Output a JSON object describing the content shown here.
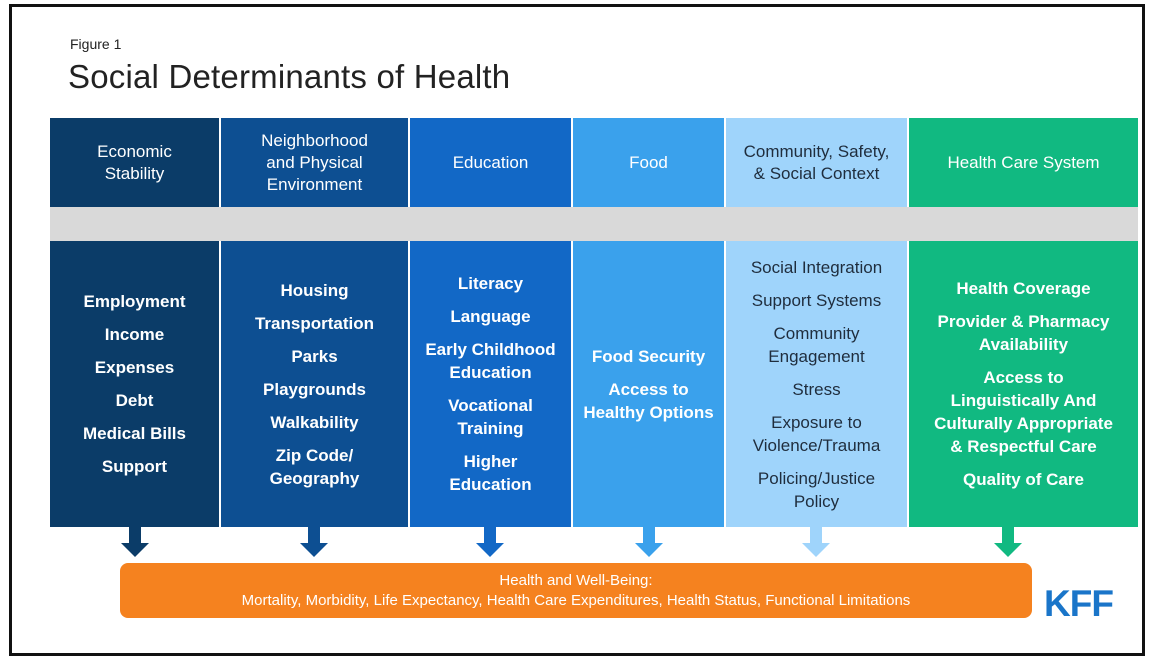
{
  "figure_label": "Figure 1",
  "title": "Social Determinants of Health",
  "columns": [
    {
      "header": "Economic\nStability",
      "items": [
        "Employment",
        "Income",
        "Expenses",
        "Debt",
        "Medical Bills",
        "Support"
      ],
      "color": "#0b3c68"
    },
    {
      "header": "Neighborhood\nand Physical\nEnvironment",
      "items": [
        "Housing",
        "Transportation",
        "Parks",
        "Playgrounds",
        "Walkability",
        "Zip Code/\nGeography"
      ],
      "color": "#0d4f92"
    },
    {
      "header": "Education",
      "items": [
        "Literacy",
        "Language",
        "Early Childhood\nEducation",
        "Vocational\nTraining",
        "Higher\nEducation"
      ],
      "color": "#1268c6"
    },
    {
      "header": "Food",
      "items": [
        "Food Security",
        "Access to\nHealthy Options"
      ],
      "color": "#3aa1ec"
    },
    {
      "header": "Community, Safety,\n& Social Context",
      "items": [
        "Social Integration",
        "Support Systems",
        "Community\nEngagement",
        "Stress",
        "Exposure to\nViolence/Trauma",
        "Policing/Justice\nPolicy"
      ],
      "color": "#9fd4fb"
    },
    {
      "header": "Health Care System",
      "items": [
        "Health Coverage",
        "Provider & Pharmacy\nAvailability",
        "Access to\nLinguistically And\nCulturally Appropriate\n& Respectful Care",
        "Quality of Care"
      ],
      "color": "#11b981"
    }
  ],
  "outcome": {
    "title": "Health and Well-Being:",
    "subtitle": "Mortality, Morbidity, Life Expectancy, Health Care Expenditures, Health Status, Functional Limitations",
    "color": "#f5821f"
  },
  "logo_text": "KFF"
}
